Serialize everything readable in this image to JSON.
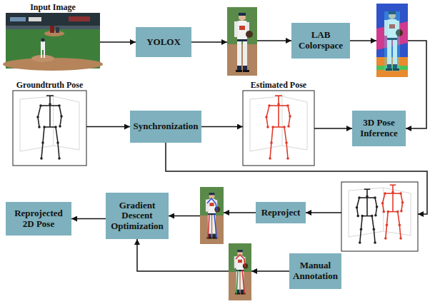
{
  "diagram": {
    "nodes": [
      {
        "text": [
          "Input Image"
        ]
      },
      {
        "text": [
          "YOLOX"
        ]
      },
      {
        "text": [
          "LAB Colorspace"
        ]
      },
      {
        "text": [
          "Groundtruth Pose"
        ]
      },
      {
        "text": [
          "Synchronization"
        ]
      },
      {
        "text": [
          "Estimated Pose"
        ]
      },
      {
        "text": [
          "3D Pose Inference"
        ]
      },
      {
        "text": [
          "Reprojected 2D Pose"
        ]
      },
      {
        "text": [
          "Gradient Descent Optimization"
        ]
      },
      {
        "text": [
          "Reproject"
        ]
      },
      {
        "text": [
          "Manual Annotation"
        ]
      }
    ],
    "edges": [
      {
        "from": 0,
        "to": 1,
        "arrow": "to"
      },
      {
        "from": 3,
        "to": 4,
        "arrow": "to"
      },
      {
        "from": 4,
        "to": 5,
        "arrow": "to"
      },
      {
        "from": 5,
        "to": 6,
        "arrow": "to"
      },
      {
        "from": 8,
        "to": 7,
        "arrow": "to"
      }
    ]
  }
}
